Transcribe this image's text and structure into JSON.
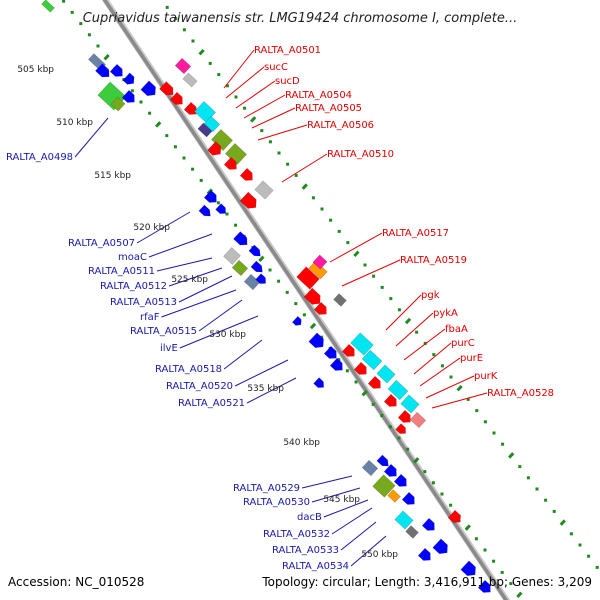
{
  "title": "Cupriavidus taiwanensis str. LMG19424 chromosome I, complete...",
  "footer": {
    "accession": "Accession: NC_010528",
    "topology": "Topology: circular; Length: 3,416,911 bp; Genes: 3,209"
  },
  "colors": {
    "backbone": "#8a8a8a",
    "tick_major": "#1f8a1f",
    "leader_red": "#e00000",
    "leader_blue": "#1a1aa6",
    "gene_red": "#ff0000",
    "gene_blue": "#0000ff",
    "gene_cyan": "#00e5f2",
    "gene_olive": "#77a81e",
    "gene_green": "#3ccc3c",
    "gene_gray": "#bcbcbc",
    "gene_darkgray": "#707070",
    "gene_magenta": "#ff1aa0",
    "gene_orange": "#ff9a00",
    "gene_pink": "#f08080",
    "gene_steel": "#6a82a6",
    "gene_purple": "#4a3a8a"
  },
  "ticks": [
    "505 kbp",
    "510 kbp",
    "515 kbp",
    "520 kbp",
    "525 kbp",
    "530 kbp",
    "535 kbp",
    "540 kbp",
    "545 kbp",
    "550 kbp"
  ],
  "labels_right": [
    "RALTA_A0501",
    "sucC",
    "sucD",
    "RALTA_A0504",
    "RALTA_A0505",
    "RALTA_A0506",
    "RALTA_A0510",
    "RALTA_A0517",
    "RALTA_A0519",
    "pgk",
    "pykA",
    "fbaA",
    "purC",
    "purE",
    "purK",
    "RALTA_A0528"
  ],
  "labels_left": [
    "RALTA_A0498",
    "RALTA_A0507",
    "moaC",
    "RALTA_A0511",
    "RALTA_A0512",
    "RALTA_A0513",
    "rfaF",
    "RALTA_A0515",
    "ilvE",
    "RALTA_A0518",
    "RALTA_A0520",
    "RALTA_A0521",
    "RALTA_A0529",
    "RALTA_A0530",
    "dacB",
    "RALTA_A0532",
    "RALTA_A0533",
    "RALTA_A0534"
  ]
}
